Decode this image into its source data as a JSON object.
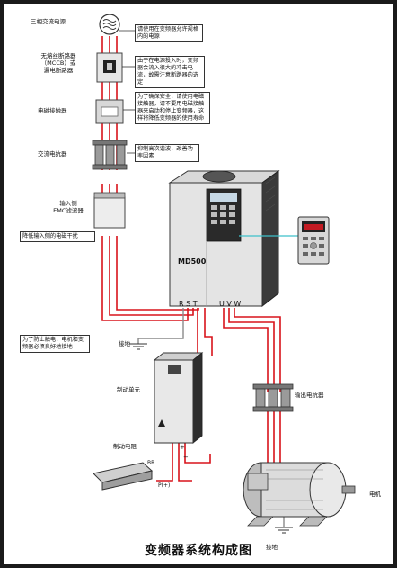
{
  "labels": {
    "power_source": "三相交流电源",
    "breaker": "无熔丝断路器\n（MCCB）或\n漏电断路器",
    "contactor": "电磁接触器",
    "reactor": "交流电抗器",
    "emc_filter": "输入侧\nEMC滤波器",
    "ground": "接地",
    "brake_unit": "制动单元",
    "brake_resistor": "制动电阻",
    "output_reactor": "输出电抗器",
    "motor": "电机",
    "motor_ground": "接地",
    "drive_model": "MD500",
    "rst": "R S T",
    "uvw": "U V W",
    "br": "BR",
    "p_plus": "P(+)",
    "minus": "−",
    "plus": "+"
  },
  "notes": {
    "n1": "请使用在变频器允许规格内的电源",
    "n2": "由于在电源投入时，变频器会流入很大的冲击电流，故需注意断路器的选定",
    "n3": "为了确保安全，请使用电磁接触器，请不要用电磁接触器来启动和停止变频器，这样将降低变频器的使用寿命",
    "n4": "抑制高次谐波，改善功率因素",
    "n5": "降低输入侧的电磁干扰",
    "n6": "为了防止触电，电机和变频器必须良好地接地"
  },
  "title": "变频器系统构成图",
  "colors": {
    "wire": "#d8131b",
    "grey_wire": "#8a8a8a",
    "cyan_link": "#3fc1c9"
  }
}
